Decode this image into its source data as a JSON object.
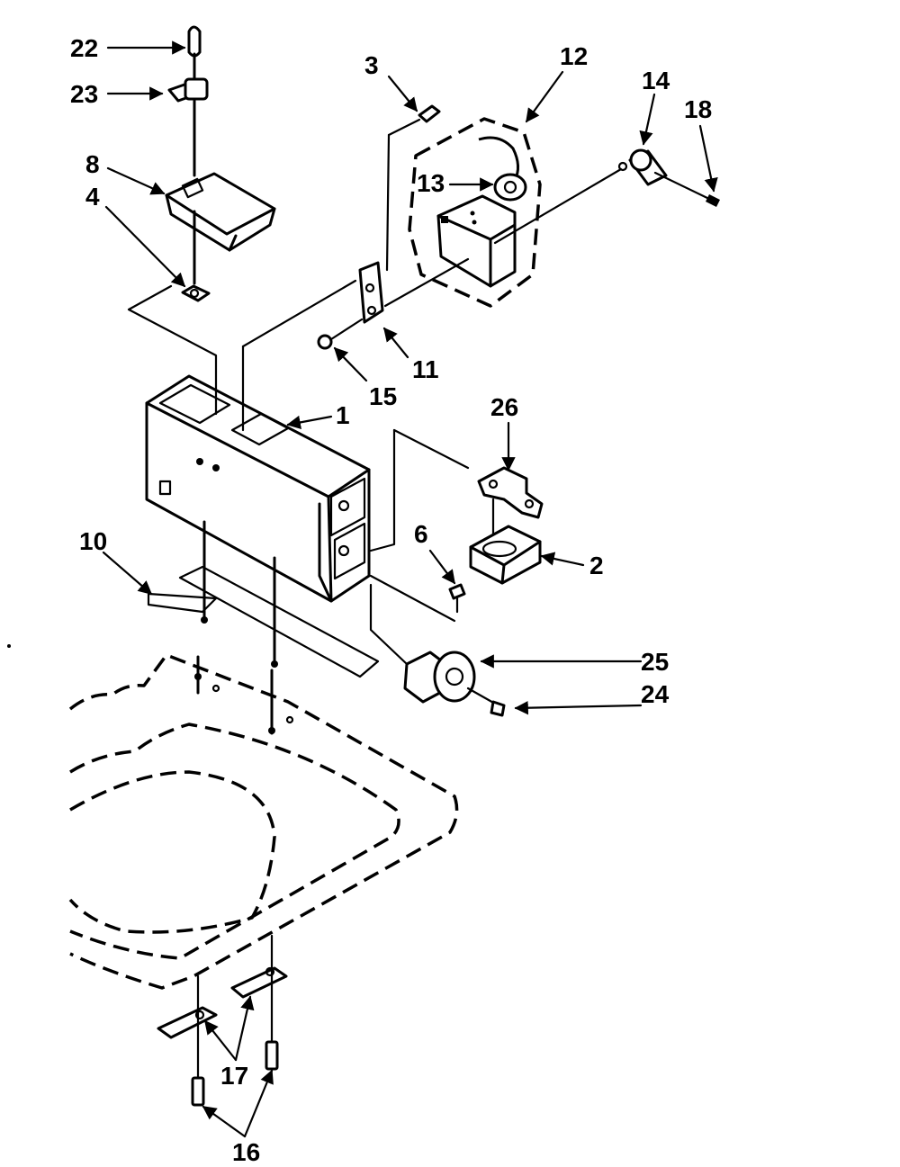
{
  "labels": {
    "l1": "1",
    "l2": "2",
    "l3": "3",
    "l4": "4",
    "l6": "6",
    "l8": "8",
    "l10": "10",
    "l11": "11",
    "l12": "12",
    "l13": "13",
    "l14": "14",
    "l15": "15",
    "l16": "16",
    "l17": "17",
    "l18": "18",
    "l22": "22",
    "l23": "23",
    "l24": "24",
    "l25": "25",
    "l26": "26"
  }
}
